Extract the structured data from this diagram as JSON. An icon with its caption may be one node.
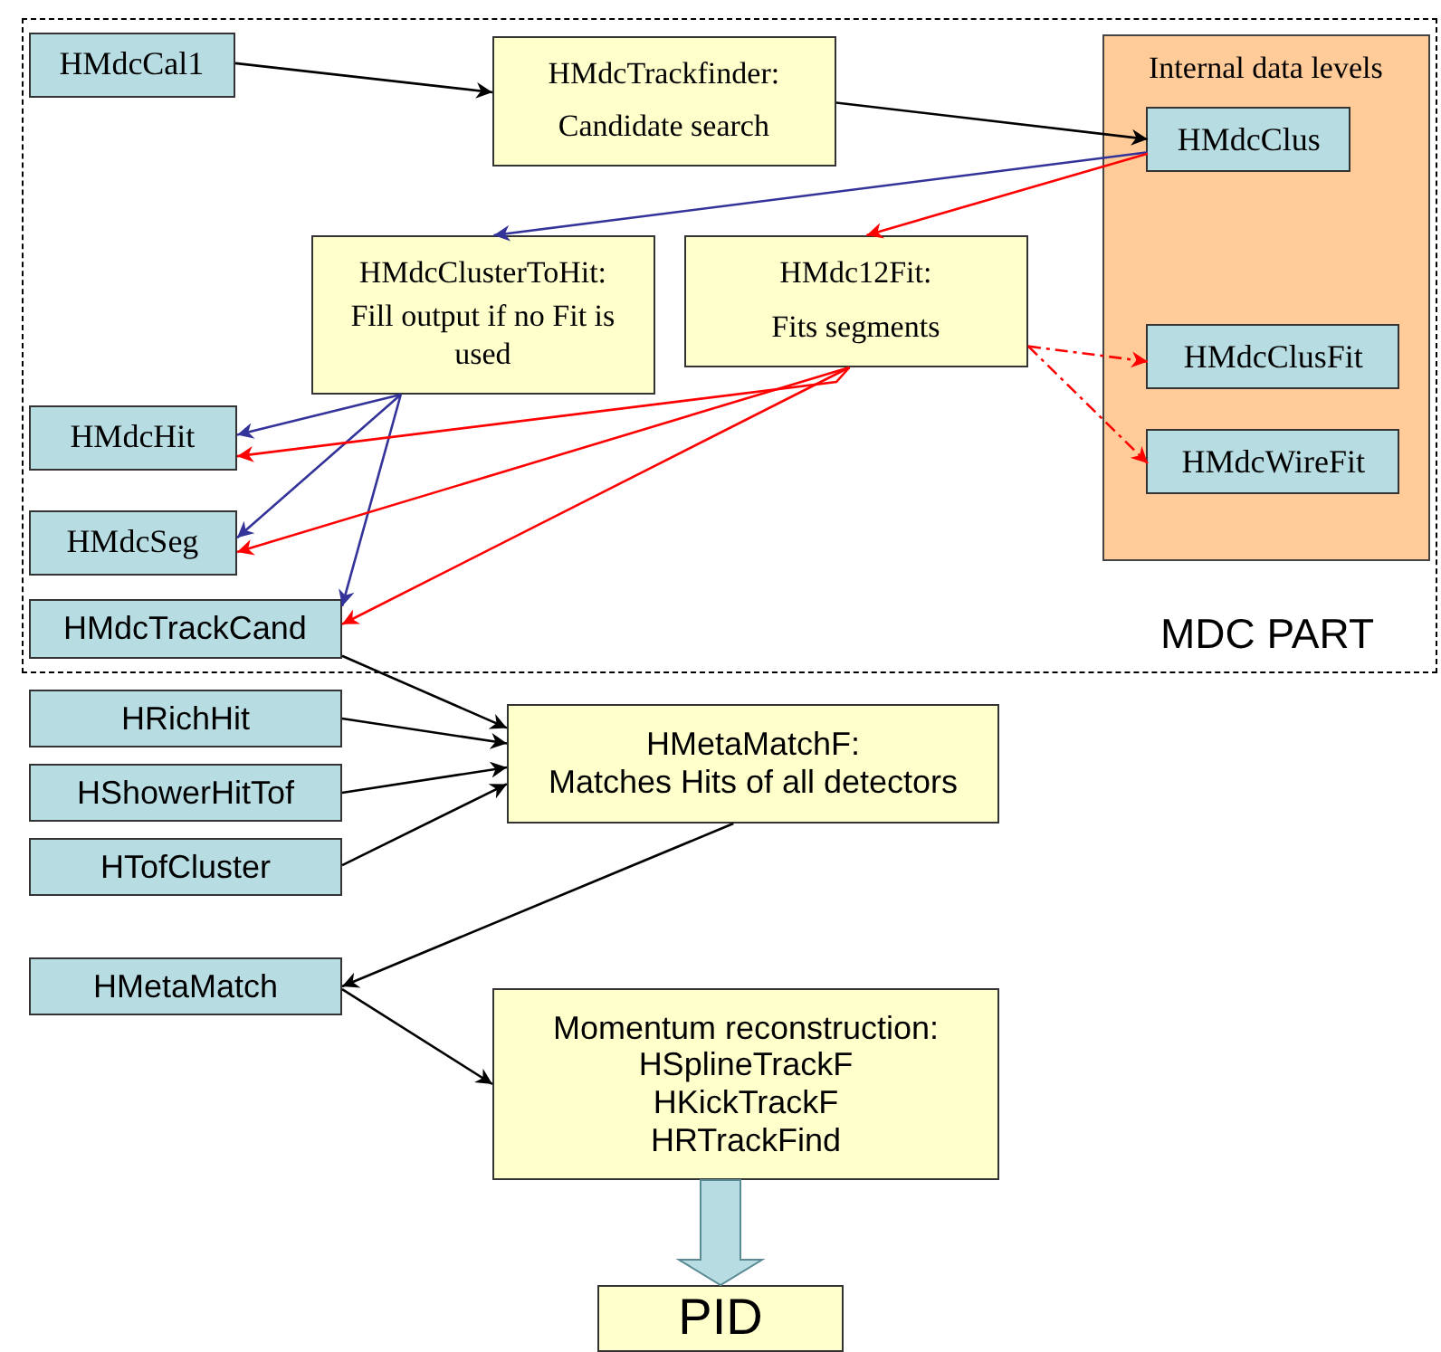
{
  "diagram": {
    "nodes": [
      {
        "text": [
          "MDC PART"
        ]
      },
      {
        "text": [
          "HMdcCal1"
        ],
        "in": 0
      },
      {
        "text": [
          "HMdcTrackfinder:",
          "Candidate search"
        ],
        "in": 0
      },
      {
        "text": [
          "Internal data levels"
        ],
        "in": 0
      },
      {
        "text": [
          "HMdcClus"
        ],
        "in": 3
      },
      {
        "text": [
          "HMdcClusterToHit:",
          "Fill output if no Fit is used"
        ],
        "in": 0
      },
      {
        "text": [
          "HMdc12Fit:",
          "Fits segments"
        ],
        "in": 0
      },
      {
        "text": [
          "HMdcClusFit"
        ],
        "in": 3
      },
      {
        "text": [
          "HMdcWireFit"
        ],
        "in": 3
      },
      {
        "text": [
          "HMdcHit"
        ],
        "in": 0
      },
      {
        "text": [
          "HMdcSeg"
        ],
        "in": 0
      },
      {
        "text": [
          "HMdcTrackCand"
        ],
        "in": 0
      },
      {
        "text": [
          "HRichHit"
        ]
      },
      {
        "text": [
          "HShowerHitTof"
        ]
      },
      {
        "text": [
          "HTofCluster"
        ]
      },
      {
        "text": [
          "HMetaMatchF:",
          "Matches Hits of all detectors"
        ]
      },
      {
        "text": [
          "HMetaMatch"
        ]
      },
      {
        "text": [
          "Momentum reconstruction:",
          "HSplineTrackF",
          "HKickTrackF",
          "HRTrackFind"
        ]
      },
      {
        "text": [
          "PID"
        ]
      }
    ],
    "edges": [
      {
        "from": 1,
        "to": 2,
        "arrow": "to"
      },
      {
        "from": 2,
        "to": 4,
        "arrow": "to"
      },
      {
        "from": 4,
        "to": 5,
        "arrow": "to",
        "color": "#333399"
      },
      {
        "from": 4,
        "to": 6,
        "arrow": "to",
        "color": "#ff0000"
      },
      {
        "from": 5,
        "to": 9,
        "arrow": "to",
        "color": "#333399"
      },
      {
        "from": 5,
        "to": 10,
        "arrow": "to",
        "color": "#333399"
      },
      {
        "from": 5,
        "to": 11,
        "arrow": "to",
        "color": "#333399"
      },
      {
        "from": 6,
        "to": 9,
        "arrow": "to",
        "color": "#ff0000"
      },
      {
        "from": 6,
        "to": 10,
        "arrow": "to",
        "color": "#ff0000"
      },
      {
        "from": 6,
        "to": 11,
        "arrow": "to",
        "color": "#ff0000"
      },
      {
        "from": 6,
        "to": 7,
        "arrow": "to",
        "style": "dashed",
        "color": "#ff0000"
      },
      {
        "from": 6,
        "to": 8,
        "arrow": "to",
        "style": "dashed",
        "color": "#ff0000"
      },
      {
        "from": 11,
        "to": 15,
        "arrow": "to"
      },
      {
        "from": 12,
        "to": 15,
        "arrow": "to"
      },
      {
        "from": 13,
        "to": 15,
        "arrow": "to"
      },
      {
        "from": 14,
        "to": 15,
        "arrow": "to"
      },
      {
        "from": 15,
        "to": 16,
        "arrow": "to"
      },
      {
        "from": 16,
        "to": 17,
        "arrow": "to"
      },
      {
        "from": 17,
        "to": 18,
        "arrow": "to",
        "style": "thick",
        "color": "#b7dde3"
      }
    ]
  }
}
